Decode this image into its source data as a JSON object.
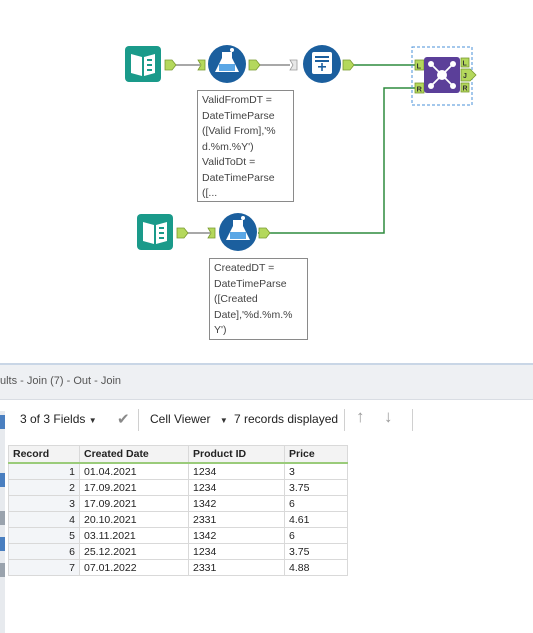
{
  "canvas": {
    "annotation_top": "ValidFromDT =\nDateTimeParse\n([Valid From],'%\nd.%m.%Y')\nValidToDt =\nDateTimeParse\n([...",
    "annotation_bottom": "CreatedDT =\nDateTimeParse\n([Created\nDate],'%d.%m.%\nY')",
    "join_anchor_in_left": "L",
    "join_anchor_in_right": "R",
    "join_anchor_out_left": "L",
    "join_anchor_out_join": "J",
    "join_anchor_out_right": "R",
    "colors": {
      "input_tool": "#1a9a8a",
      "formula_tool": "#1b5f9e",
      "select_tool": "#1b5f9e",
      "join_tool": "#5b3f99",
      "connector": "#2e8b3e",
      "anchor": "#b4d85c"
    },
    "icons": [
      "book-input-icon",
      "flask-formula-icon",
      "select-list-icon",
      "join-network-icon"
    ]
  },
  "results": {
    "title": "ults - Join (7) - Out - Join",
    "fields_label": "3 of 3 Fields",
    "viewer_label": "Cell Viewer",
    "records_label": "7 records displayed",
    "columns": [
      "Record",
      "Created Date",
      "Product ID",
      "Price"
    ],
    "rows": [
      [
        "1",
        "01.04.2021",
        "1234",
        "3"
      ],
      [
        "2",
        "17.09.2021",
        "1234",
        "3.75"
      ],
      [
        "3",
        "17.09.2021",
        "1342",
        "6"
      ],
      [
        "4",
        "20.10.2021",
        "2331",
        "4.61"
      ],
      [
        "5",
        "03.11.2021",
        "1342",
        "6"
      ],
      [
        "6",
        "25.12.2021",
        "1234",
        "3.75"
      ],
      [
        "7",
        "07.01.2022",
        "2331",
        "4.88"
      ]
    ]
  }
}
